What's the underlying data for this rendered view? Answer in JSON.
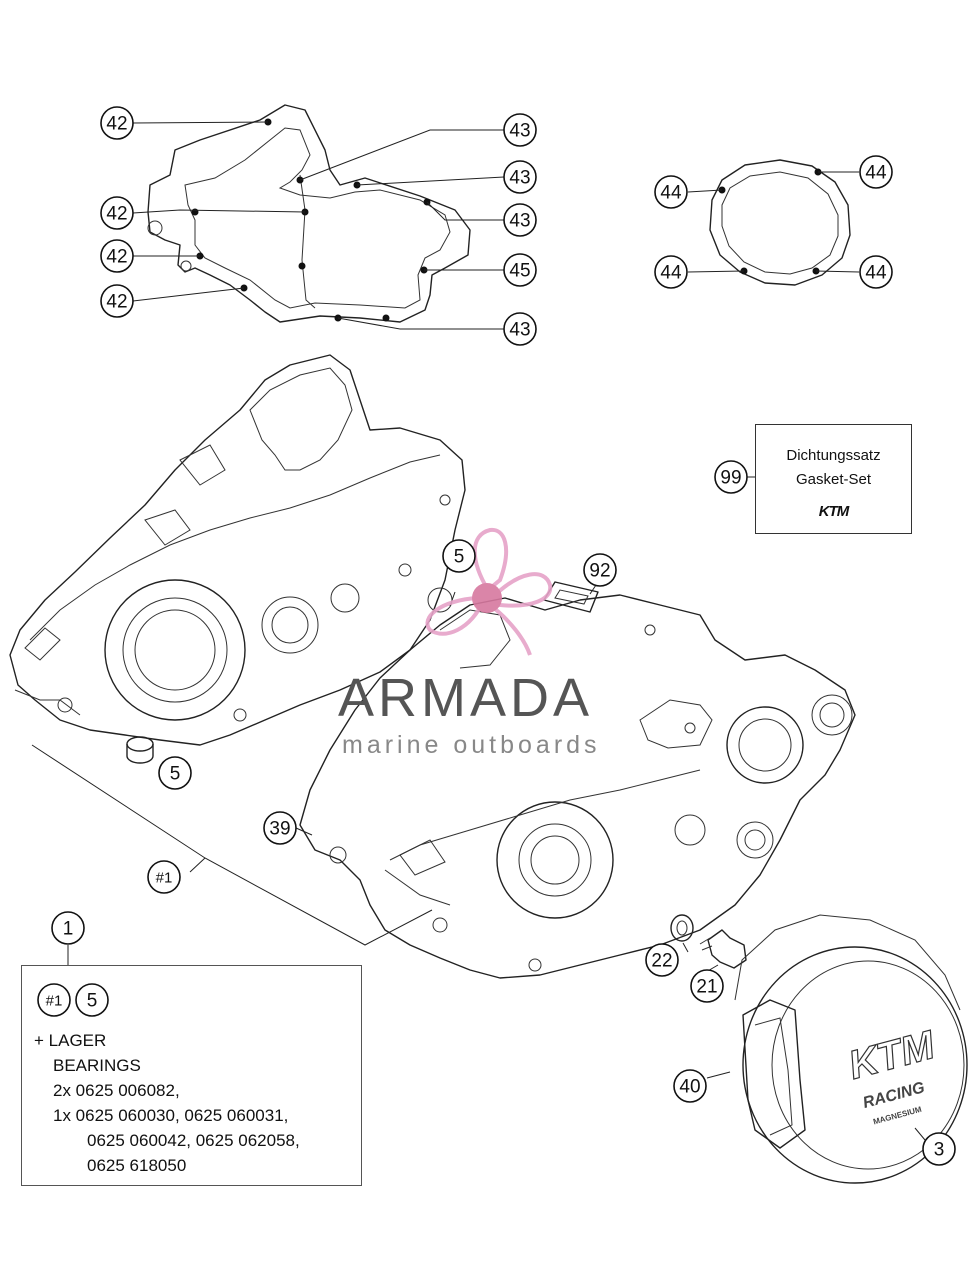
{
  "callouts": {
    "c42a": "42",
    "c42b": "42",
    "c42c": "42",
    "c42d": "42",
    "c43a": "43",
    "c43b": "43",
    "c43c": "43",
    "c43d": "43",
    "c45": "45",
    "c44a": "44",
    "c44b": "44",
    "c44c": "44",
    "c44d": "44",
    "c99": "99",
    "c5a": "5",
    "c5b": "5",
    "c92": "92",
    "c39": "39",
    "c1hash": "#1",
    "c1": "1",
    "c22": "22",
    "c21": "21",
    "c40": "40",
    "c3": "3"
  },
  "gasket_set": {
    "line1": "Dichtungssatz",
    "line2": "Gasket-Set",
    "logo": "KTM"
  },
  "info_box": {
    "tag1": "#1",
    "tag2": "5",
    "lines": [
      "+ LAGER",
      "BEARINGS",
      "2x 0625 006082,",
      "1x 0625 060030, 0625 060031,",
      "0625 060042, 0625 062058,",
      "0625 618050"
    ]
  },
  "cover_text": {
    "brand": "KTM",
    "sub1": "RACING",
    "sub2": "MAGNESIUM"
  },
  "watermark": {
    "title": "ARMADA",
    "subtitle": "marine outboards",
    "colors": {
      "logo": "#e6a3c8",
      "logo_center": "#d7789f",
      "text": "#555555"
    }
  }
}
